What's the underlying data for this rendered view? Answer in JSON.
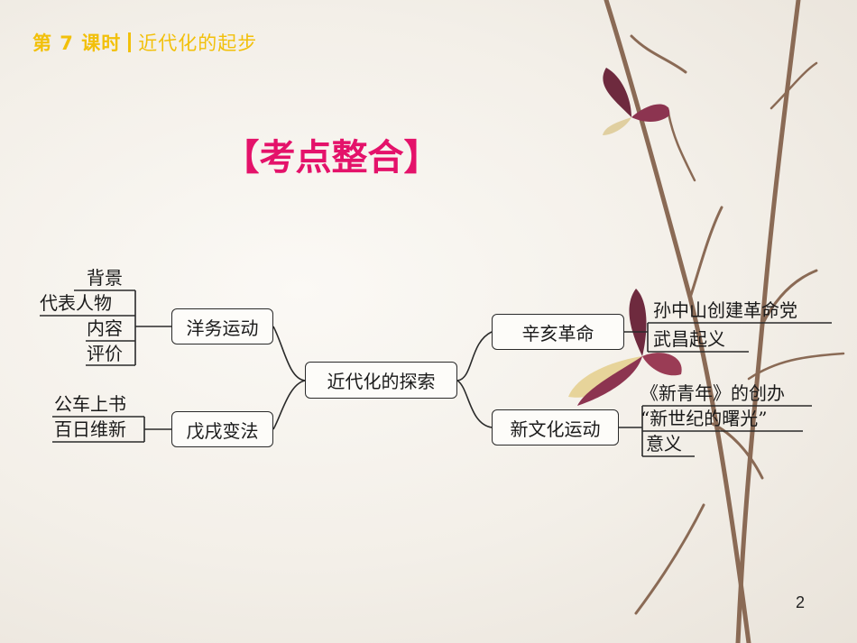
{
  "header": {
    "lesson": "第 7 课时",
    "topic": "近代化的起步"
  },
  "title": "【考点整合】",
  "mindmap": {
    "center": "近代化的探索",
    "branches": [
      {
        "label": "洋务运动",
        "items": [
          "背景",
          "代表人物",
          "内容",
          "评价"
        ]
      },
      {
        "label": "戊戌变法",
        "items": [
          "公车上书",
          "百日维新"
        ]
      },
      {
        "label": "辛亥革命",
        "items": [
          "孙中山创建革命党",
          "武昌起义"
        ]
      },
      {
        "label": "新文化运动",
        "items": [
          "《新青年》的创办",
          "“新世纪的曙光”",
          "意义"
        ]
      }
    ]
  },
  "page_number": "2"
}
